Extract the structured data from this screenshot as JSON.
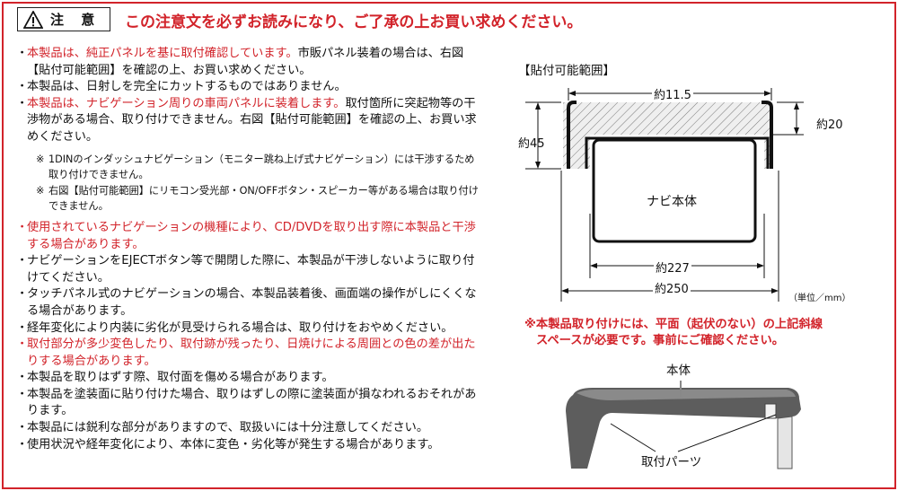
{
  "header": {
    "caution_label": "注 意",
    "headline": "この注意文を必ずお読みになり、ご了承の上お買い求めください。"
  },
  "notes": {
    "n1_red": "本製品は、純正パネルを基に取付確認しています。",
    "n1_rest": "市販パネル装着の場合は、右図【貼付可能範囲】を確認の上、お買い求めください。",
    "n2": "本製品は、日射しを完全にカットするものではありません。",
    "n3_red": "本製品は、ナビゲーション周りの車両パネルに装着します。",
    "n3_rest": "取付箇所に突起物等の干渉物がある場合、取り付けできません。右図【貼付可能範囲】を確認の上、お買い求めください。",
    "s1": "1DINのインダッシュナビゲーション（モニター跳ね上げ式ナビゲーション）には干渉するため取り付けできません。",
    "s2": "右図【貼付可能範囲】にリモコン受光部・ON/OFFボタン・スピーカー等がある場合は取り付けできません。",
    "n4_red": "使用されているナビゲーションの機種により、CD/DVDを取り出す際に本製品と干渉する場合があります。",
    "n5": "ナビゲーションをEJECTボタン等で開閉した際に、本製品が干渉しないように取り付けてください。",
    "n6": "タッチパネル式のナビゲーションの場合、本製品装着後、画面端の操作がしにくくなる場合があります。",
    "n7": "経年変化により内装に劣化が見受けられる場合は、取り付けをおやめください。",
    "n8_red": "取付部分が多少変色したり、取付跡が残ったり、日焼けによる周囲との色の差が出たりする場合があります。",
    "n9": "本製品を取りはずす際、取付面を傷める場合があります。",
    "n10": "本製品を塗装面に貼り付けた場合、取りはずしの際に塗装面が損なわれるおそれがあります。",
    "n11": "本製品には鋭利な部分がありますので、取扱いには十分注意してください。",
    "n12": "使用状況や経年変化により、本体に変色・劣化等が発生する場合があります。"
  },
  "diagram": {
    "title": "【貼付可能範囲】",
    "dim_top": "約11.5",
    "dim_right": "約20",
    "dim_left": "約45",
    "center_label": "ナビ本体",
    "dim_inner": "約227",
    "dim_outer": "約250",
    "unit": "（単位／mm）"
  },
  "requirement": {
    "line1": "※本製品取り付けには、平面（起伏のない）の上記斜線",
    "line2": "スペースが必要です。事前にご確認ください。"
  },
  "product": {
    "body_label": "本体",
    "parts_label": "取付パーツ"
  },
  "colors": {
    "accent_red": "#d2232a",
    "hatch_fill": "#e8e8e8",
    "product_body": "#5b5b5b"
  },
  "icons": {
    "caution": "warning-triangle-icon",
    "note_mark": "※",
    "bullet": "・"
  }
}
